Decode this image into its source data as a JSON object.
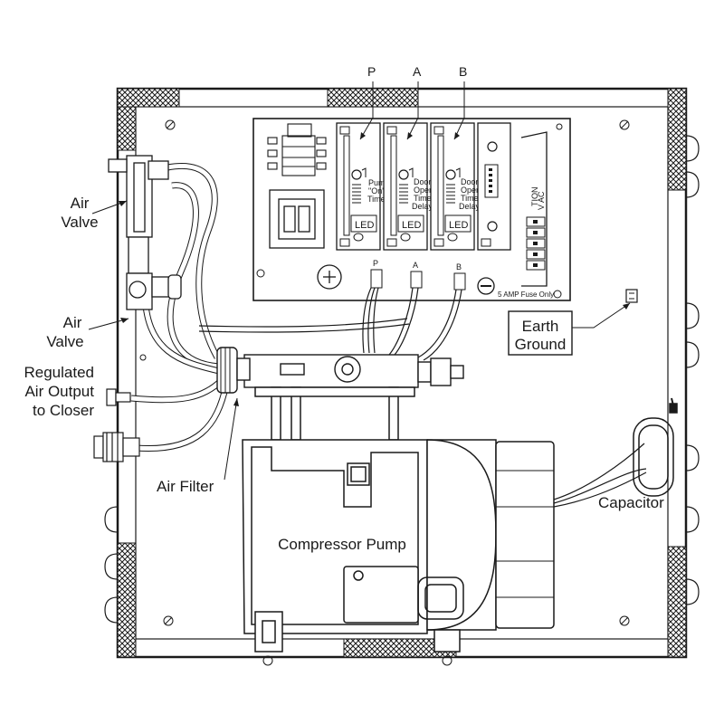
{
  "labels": {
    "top_p": "P",
    "top_a": "A",
    "top_b": "B",
    "air_valve_1_line1": "Air",
    "air_valve_1_line2": "Valve",
    "air_valve_2_line1": "Air",
    "air_valve_2_line2": "Valve",
    "regulated_line1": "Regulated",
    "regulated_line2": "Air Output",
    "regulated_line3": "to Closer",
    "air_filter": "Air Filter",
    "earth_ground_line1": "Earth",
    "earth_ground_line2": "Ground",
    "capacitor": "Capacitor",
    "compressor_pump": "Compressor Pump"
  },
  "board": {
    "module_p": {
      "line1": "Pump",
      "line2": "\"On\"",
      "line3": "Time",
      "led": "LED"
    },
    "module_a": {
      "line1": "Door",
      "line2": "Open",
      "line3": "Time",
      "line4": "Delay",
      "led": "LED"
    },
    "module_b": {
      "line1": "Door",
      "line2": "Open",
      "line3": "Time",
      "line4": "Delay",
      "led": "LED"
    },
    "terminal_p": "P",
    "terminal_a": "A",
    "terminal_b": "B",
    "fuse": "5 AMP Fuse Only",
    "side_text_1": "TION",
    "side_text_2": "V   AC"
  }
}
